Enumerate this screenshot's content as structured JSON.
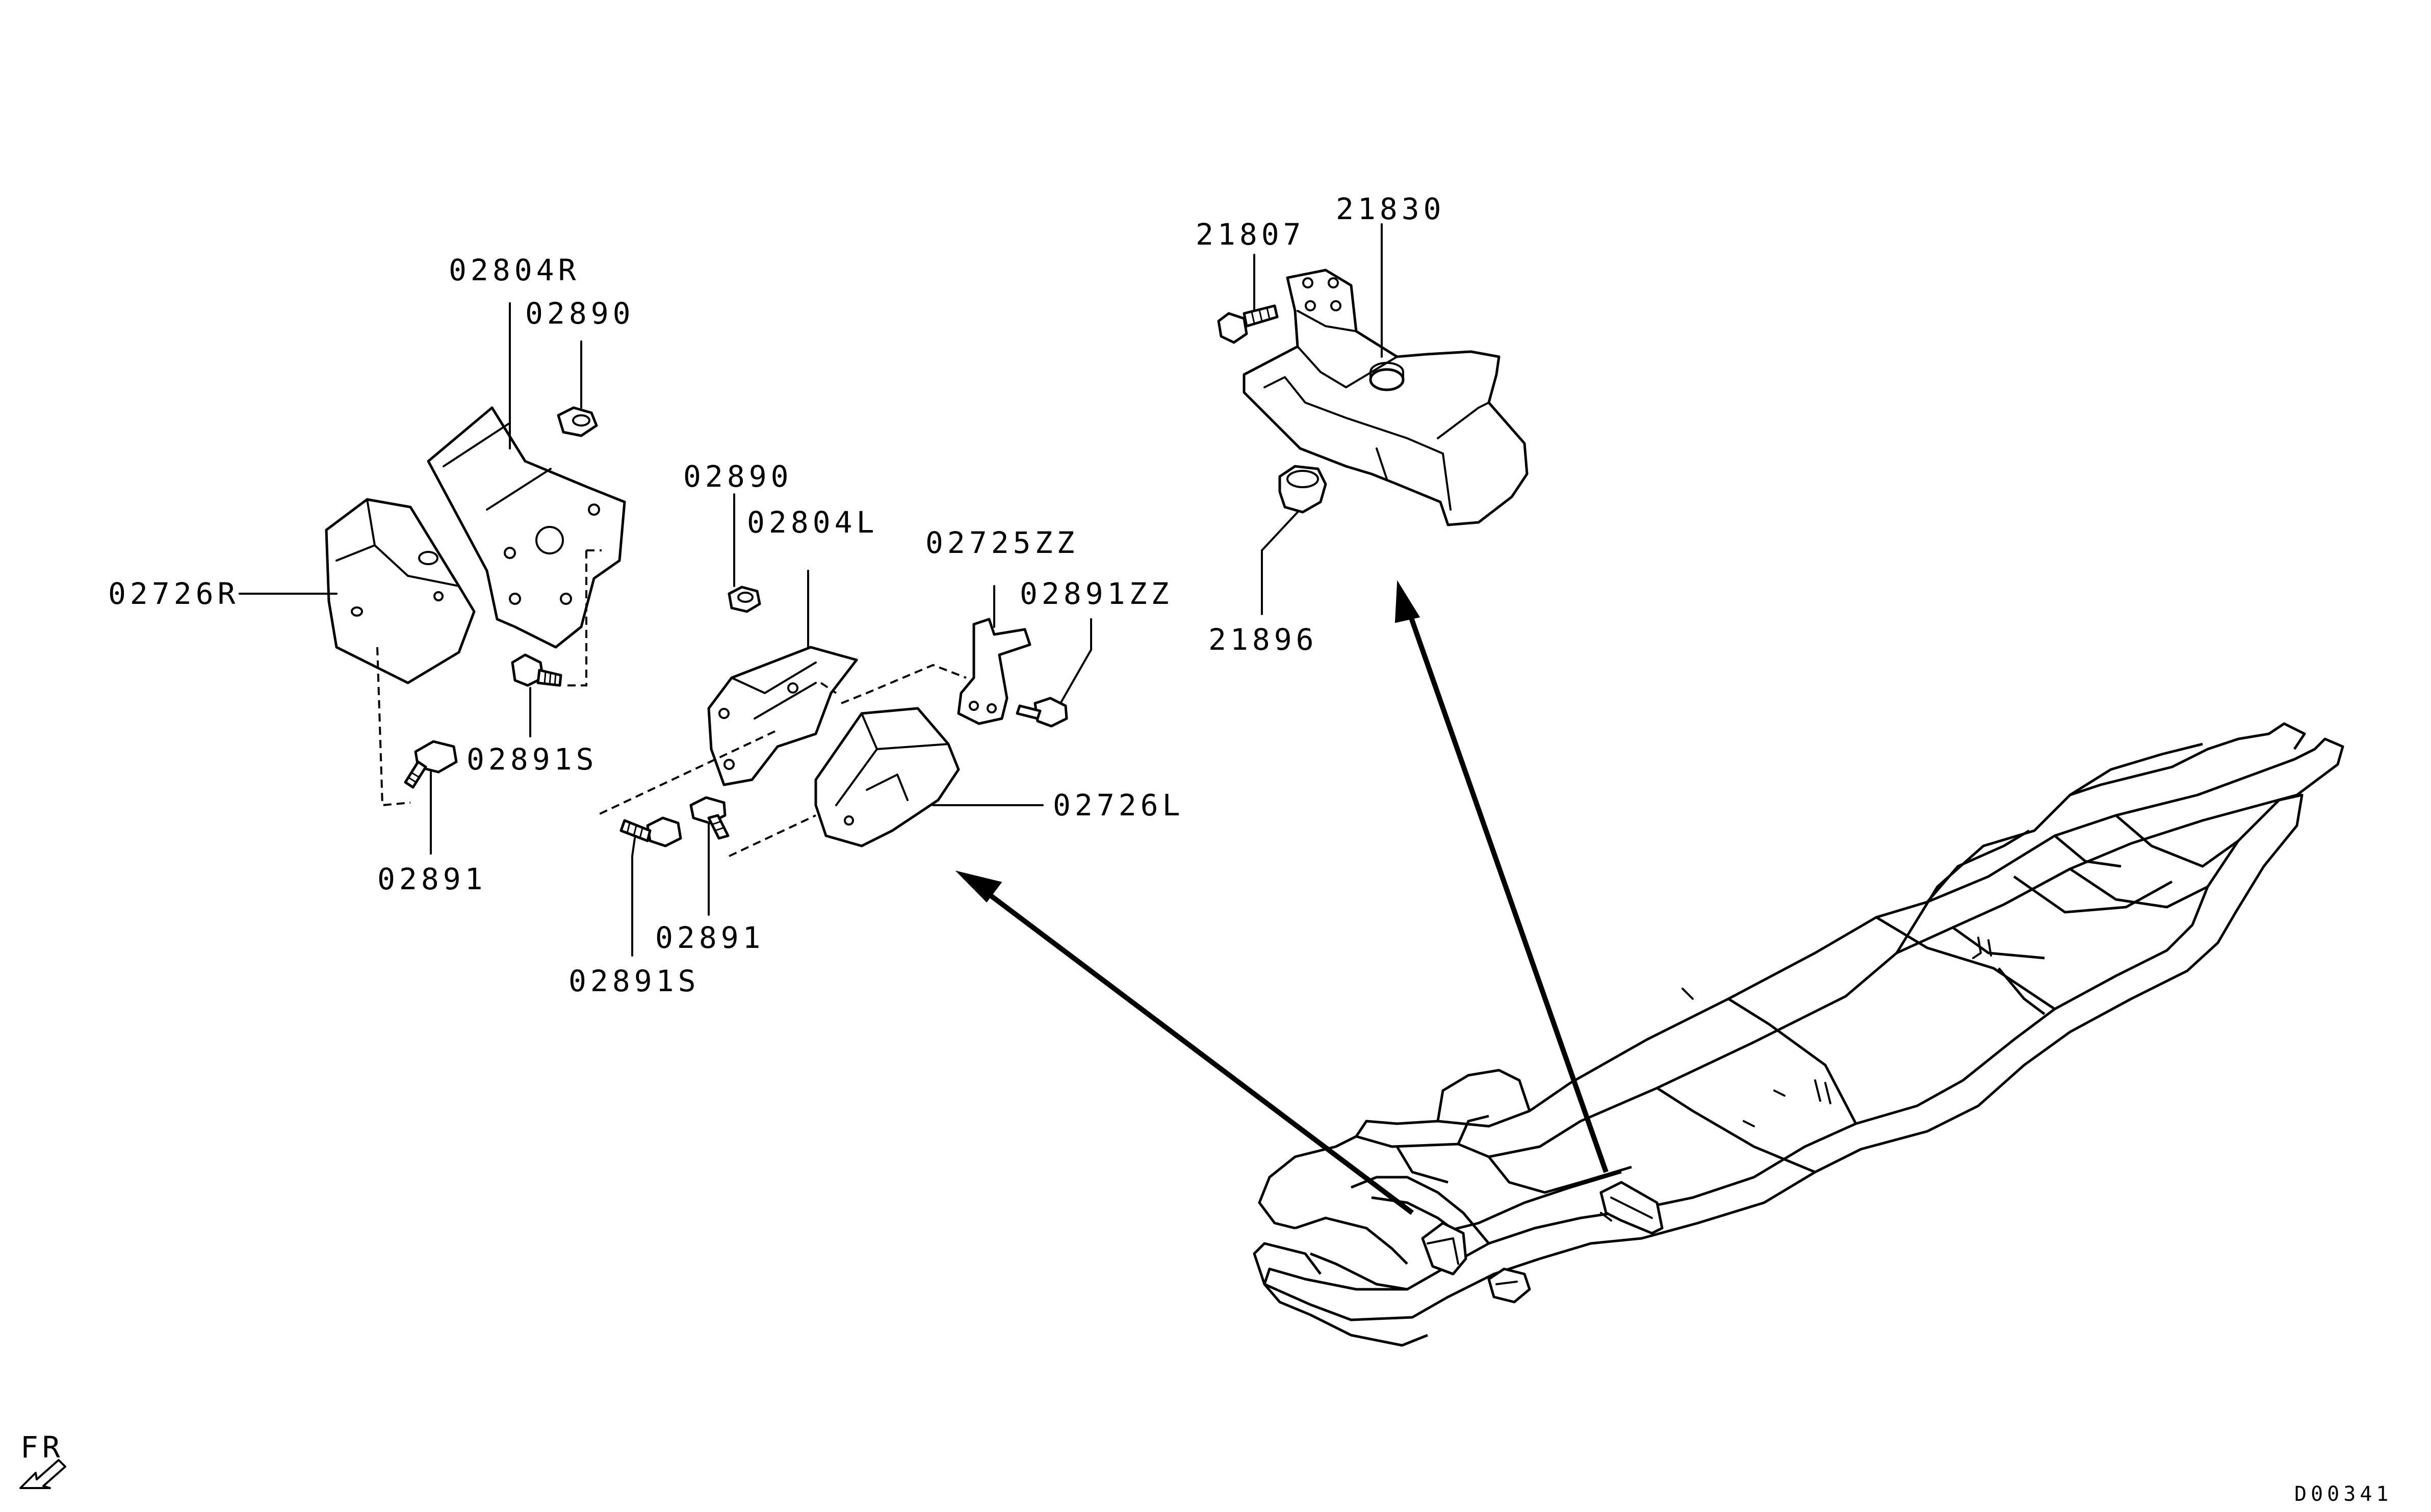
{
  "diagram": {
    "labels": {
      "p02804R": "02804R",
      "p02890_a": "02890",
      "p02726R": "02726R",
      "p02891S_a": "02891S",
      "p02891_a": "02891",
      "p02890_b": "02890",
      "p02804L": "02804L",
      "p02725ZZ": "02725ZZ",
      "p02891ZZ": "02891ZZ",
      "p02726L": "02726L",
      "p02891_b": "02891",
      "p02891S_b": "02891S",
      "p21807": "21807",
      "p21830": "21830",
      "p21896": "21896"
    },
    "orientation": "FR",
    "diagram_code": "D00341"
  }
}
